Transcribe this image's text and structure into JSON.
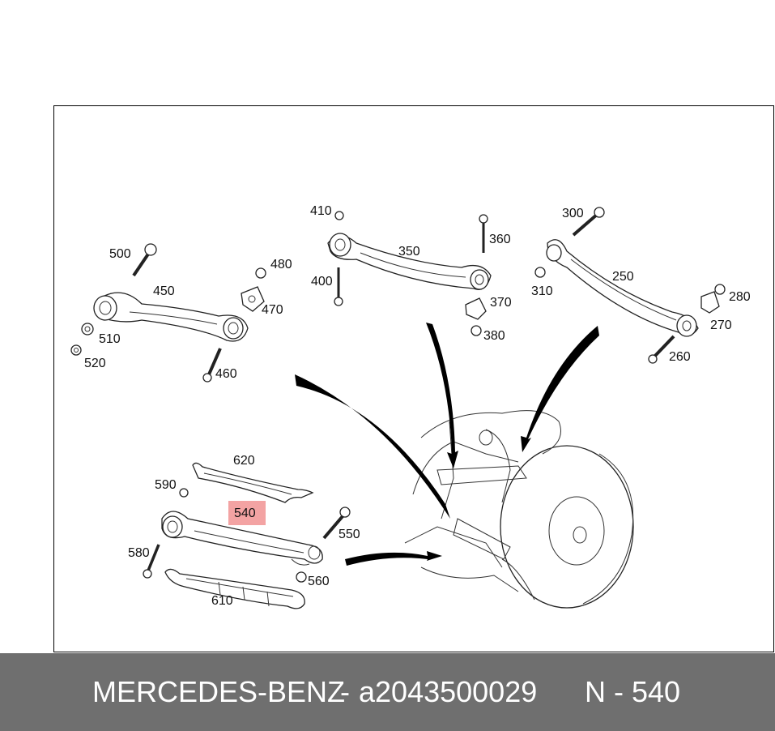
{
  "diagram": {
    "callouts": {
      "c250": "250",
      "c260": "260",
      "c270": "270",
      "c280": "280",
      "c300": "300",
      "c310": "310",
      "c350": "350",
      "c360": "360",
      "c370": "370",
      "c380": "380",
      "c400": "400",
      "c410": "410",
      "c450": "450",
      "c460": "460",
      "c470": "470",
      "c480": "480",
      "c500": "500",
      "c510": "510",
      "c520": "520",
      "c540": "540",
      "c550": "550",
      "c560": "560",
      "c580": "580",
      "c590": "590",
      "c610": "610",
      "c620": "620"
    },
    "highlighted_part": "540",
    "highlight_color": "#f3a3a3"
  },
  "footer": {
    "brand": "MERCEDES-BENZ",
    "separator": "-",
    "part_number": "a2043500029",
    "position_ref": "N - 540",
    "background_color": "#6f6f6f"
  }
}
